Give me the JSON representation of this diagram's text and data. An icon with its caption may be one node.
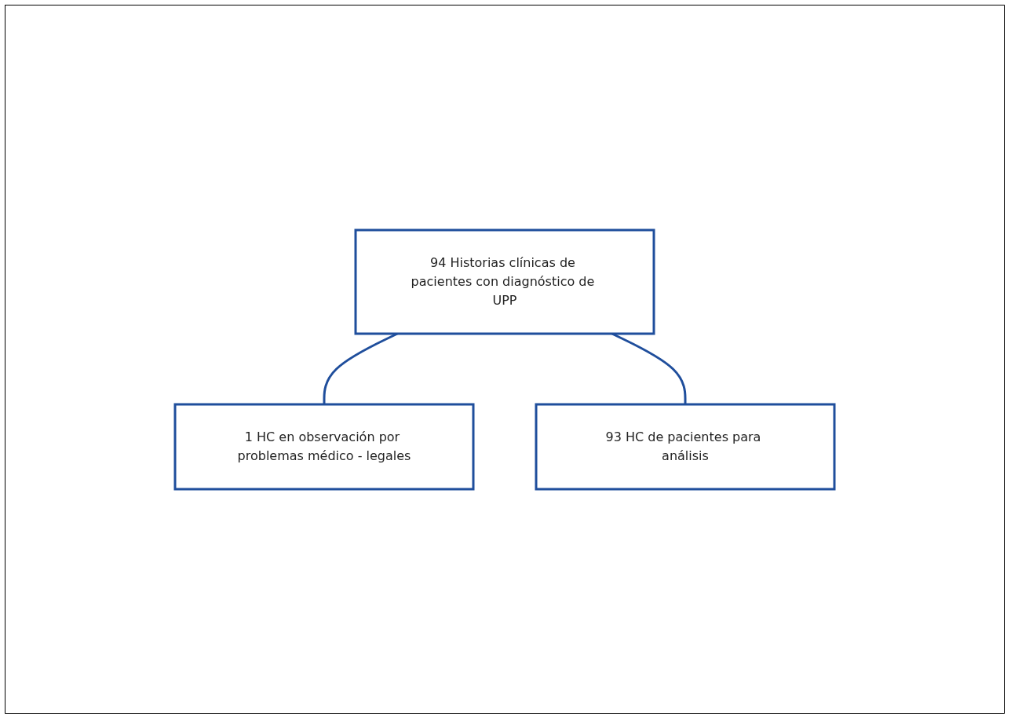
{
  "diagram": {
    "nodes": [
      {
        "text": [
          "94 Historias clínicas de pacientes con diagnóstico de UPP"
        ]
      },
      {
        "text": [
          "1 HC en observación por problemas médico - legales"
        ]
      },
      {
        "text": [
          "93 HC de pacientes para análisis"
        ]
      }
    ],
    "edges": [
      {
        "from": 0,
        "to": 1,
        "arrow": "none"
      },
      {
        "from": 0,
        "to": 2,
        "arrow": "none"
      }
    ]
  }
}
